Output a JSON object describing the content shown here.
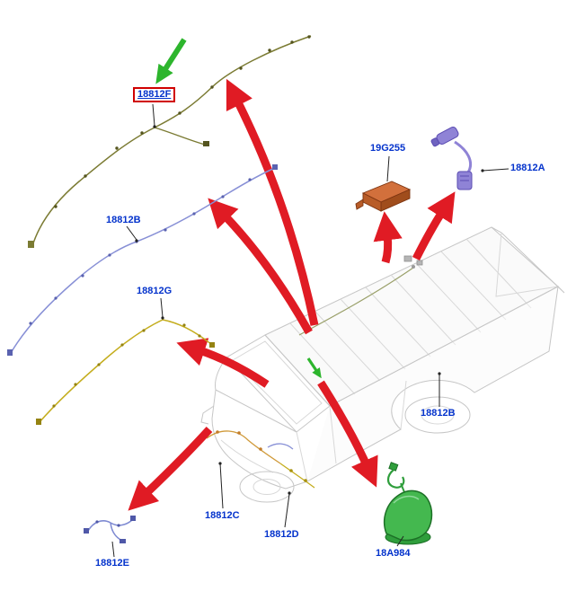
{
  "parts": {
    "f18812F": {
      "label": "18812F",
      "highlighted": true
    },
    "b18812B_left": {
      "label": "18812B"
    },
    "g18812G": {
      "label": "18812G"
    },
    "e18812E": {
      "label": "18812E"
    },
    "c18812C": {
      "label": "18812C"
    },
    "d18812D": {
      "label": "18812D"
    },
    "a18A984": {
      "label": "18A984"
    },
    "m19G255": {
      "label": "19G255"
    },
    "a18812A": {
      "label": "18812A"
    },
    "b18812B_right": {
      "label": "18812B"
    }
  },
  "colors": {
    "label_text": "#0433cc",
    "highlight_box": "#d00000",
    "callout_arrow": "#e01b24",
    "selection_arrow": "#2db52d",
    "harness_18812f": "#7b7b33",
    "harness_18812b": "#8890d6",
    "harness_18812g": "#c4ad1d",
    "harness_18812e": "#7e8ad2",
    "connector_18812a": "#8f83d6",
    "module_19g255": "#c8632f",
    "antenna_18a984": "#44b84f",
    "vehicle_outline": "#c6c6c6"
  }
}
